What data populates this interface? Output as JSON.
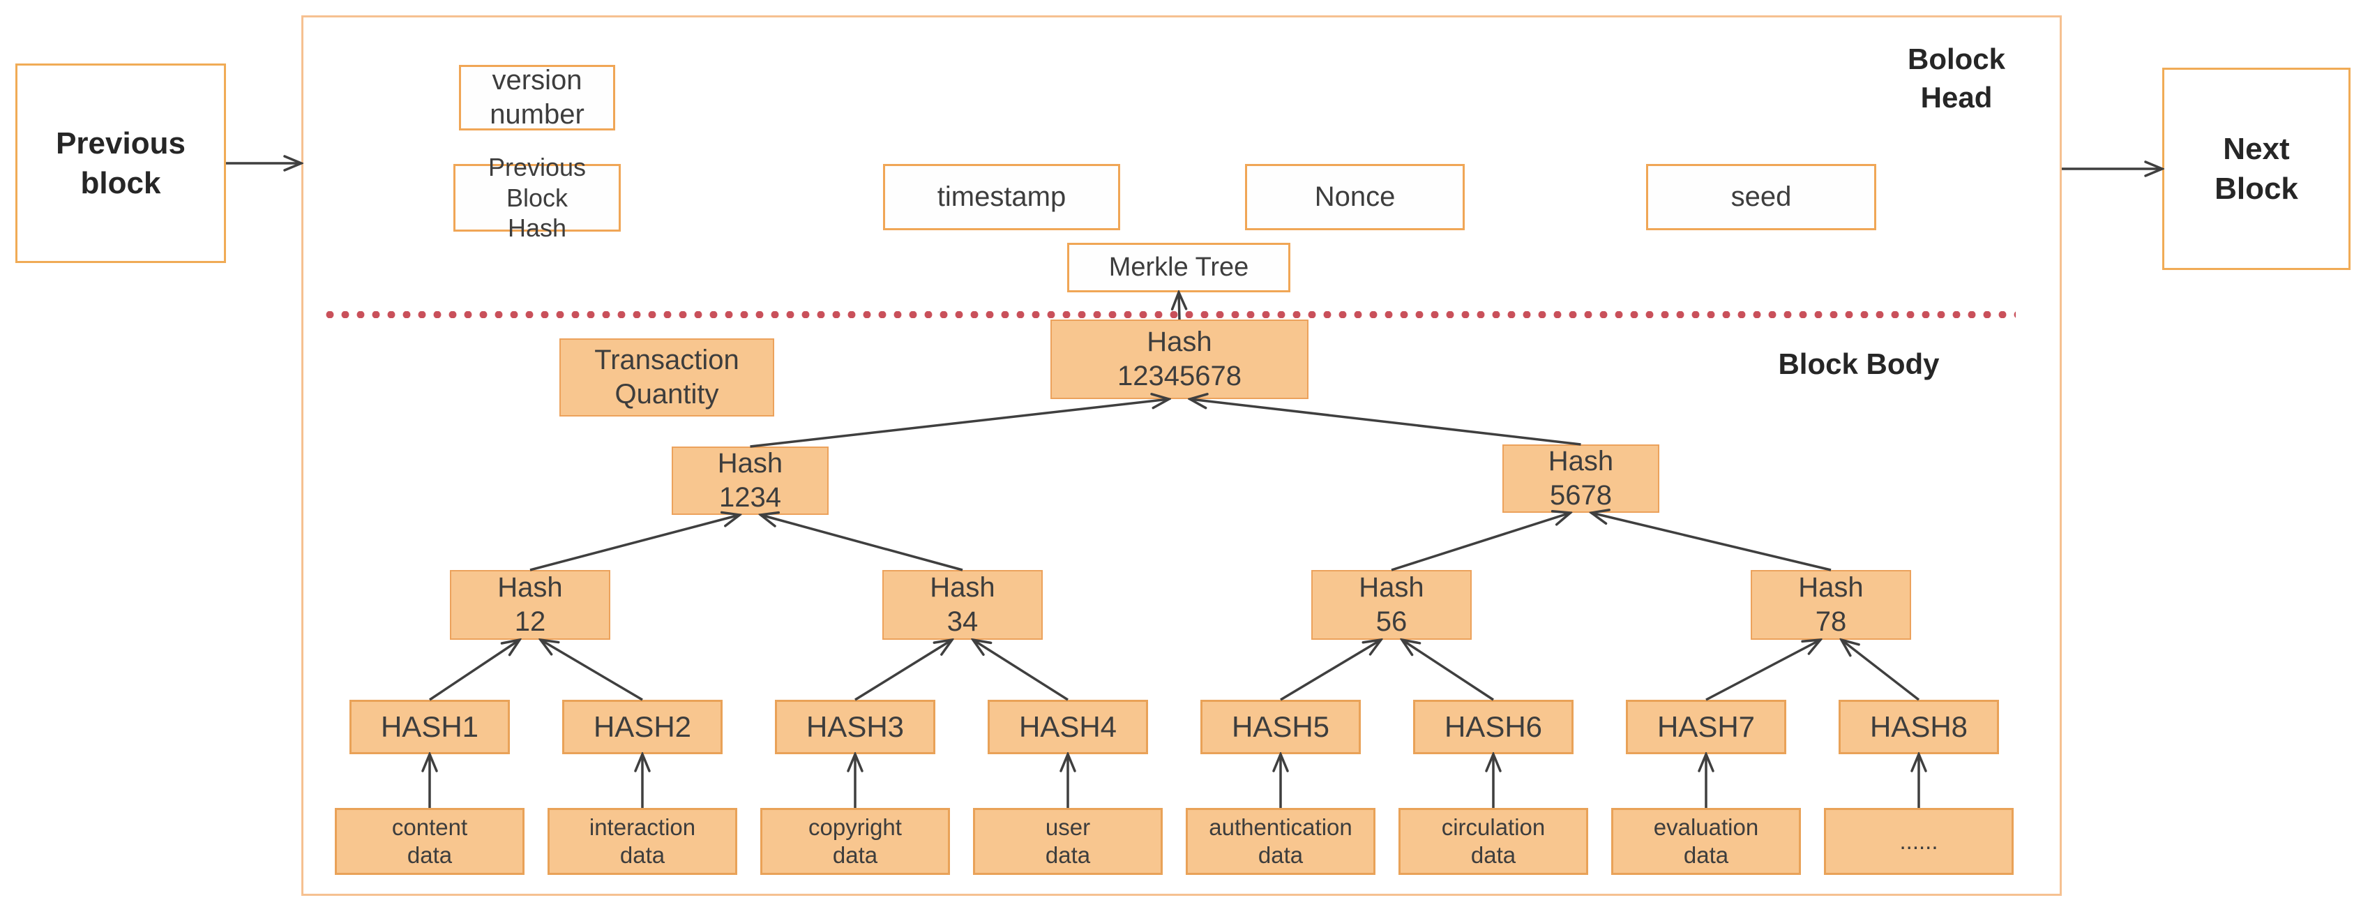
{
  "colors": {
    "orange_box_fill": "#f8c68f",
    "orange_box_border": "#eca25c",
    "white_box_border": "#f0a656",
    "container_border": "#f6c191",
    "dotted_divider": "#c9505a",
    "arrow": "#3f3f3f",
    "text": "#3d3d3d"
  },
  "outer": {
    "previous_block": "Previous\nblock",
    "next_block": "Next\nBlock"
  },
  "labels": {
    "block_head": "Bolock\nHead",
    "block_body": "Block Body"
  },
  "head": {
    "version_number": "version\nnumber",
    "previous_block_hash": "Previous Block\nHash",
    "timestamp": "timestamp",
    "nonce": "Nonce",
    "seed": "seed",
    "merkle_tree": "Merkle Tree"
  },
  "body": {
    "transaction_quantity": "Transaction\nQuantity",
    "root": "Hash\n12345678",
    "level2": [
      "Hash\n1234",
      "Hash\n5678"
    ],
    "level3": [
      "Hash\n12",
      "Hash\n34",
      "Hash\n56",
      "Hash\n78"
    ],
    "leaves": [
      "HASH1",
      "HASH2",
      "HASH3",
      "HASH4",
      "HASH5",
      "HASH6",
      "HASH7",
      "HASH8"
    ],
    "data_items": [
      "content\ndata",
      "interaction\ndata",
      "copyright\ndata",
      "user\ndata",
      "authentication\ndata",
      "circulation\ndata",
      "evaluation\ndata",
      "......"
    ]
  },
  "edges": [
    {
      "from": "previous-block-box",
      "to": "block-container",
      "mode": "h",
      "yref": "from"
    },
    {
      "from": "block-container",
      "to": "next-block-box",
      "mode": "h",
      "yref": "to"
    },
    {
      "from": "node-data1",
      "to": "node-hash1"
    },
    {
      "from": "node-data2",
      "to": "node-hash2"
    },
    {
      "from": "node-data3",
      "to": "node-hash3"
    },
    {
      "from": "node-data4",
      "to": "node-hash4"
    },
    {
      "from": "node-data5",
      "to": "node-hash5"
    },
    {
      "from": "node-data6",
      "to": "node-hash6"
    },
    {
      "from": "node-data7",
      "to": "node-hash7"
    },
    {
      "from": "node-data8",
      "to": "node-hash8"
    },
    {
      "from": "node-hash1",
      "to": "node-hash12"
    },
    {
      "from": "node-hash2",
      "to": "node-hash12"
    },
    {
      "from": "node-hash3",
      "to": "node-hash34"
    },
    {
      "from": "node-hash4",
      "to": "node-hash34"
    },
    {
      "from": "node-hash5",
      "to": "node-hash56"
    },
    {
      "from": "node-hash6",
      "to": "node-hash56"
    },
    {
      "from": "node-hash7",
      "to": "node-hash78"
    },
    {
      "from": "node-hash8",
      "to": "node-hash78"
    },
    {
      "from": "node-hash12",
      "to": "node-hash1234"
    },
    {
      "from": "node-hash34",
      "to": "node-hash1234"
    },
    {
      "from": "node-hash56",
      "to": "node-hash5678"
    },
    {
      "from": "node-hash78",
      "to": "node-hash5678"
    },
    {
      "from": "node-hash1234",
      "to": "node-hash12345678"
    },
    {
      "from": "node-hash5678",
      "to": "node-hash12345678"
    },
    {
      "from": "node-hash12345678",
      "to": "head-merkle-tree-box"
    }
  ]
}
